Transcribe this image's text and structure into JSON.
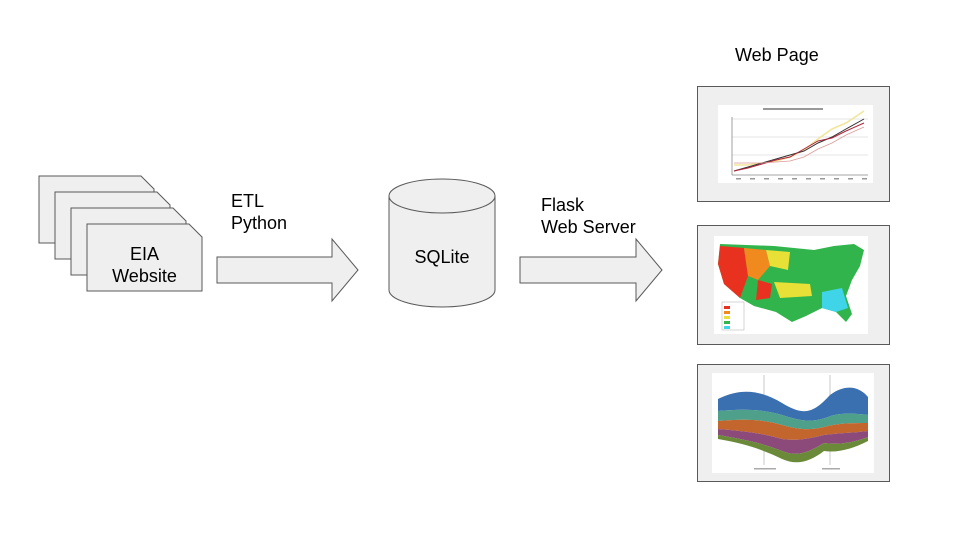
{
  "source": {
    "label_line1": "EIA",
    "label_line2": "Website"
  },
  "step1": {
    "line1": "ETL",
    "line2": "Python"
  },
  "database": {
    "label": "SQLite"
  },
  "step2": {
    "line1": "Flask",
    "line2": "Web Server"
  },
  "output": {
    "title": "Web Page"
  },
  "colors": {
    "shape_fill": "#efefef",
    "stroke": "#595959"
  }
}
